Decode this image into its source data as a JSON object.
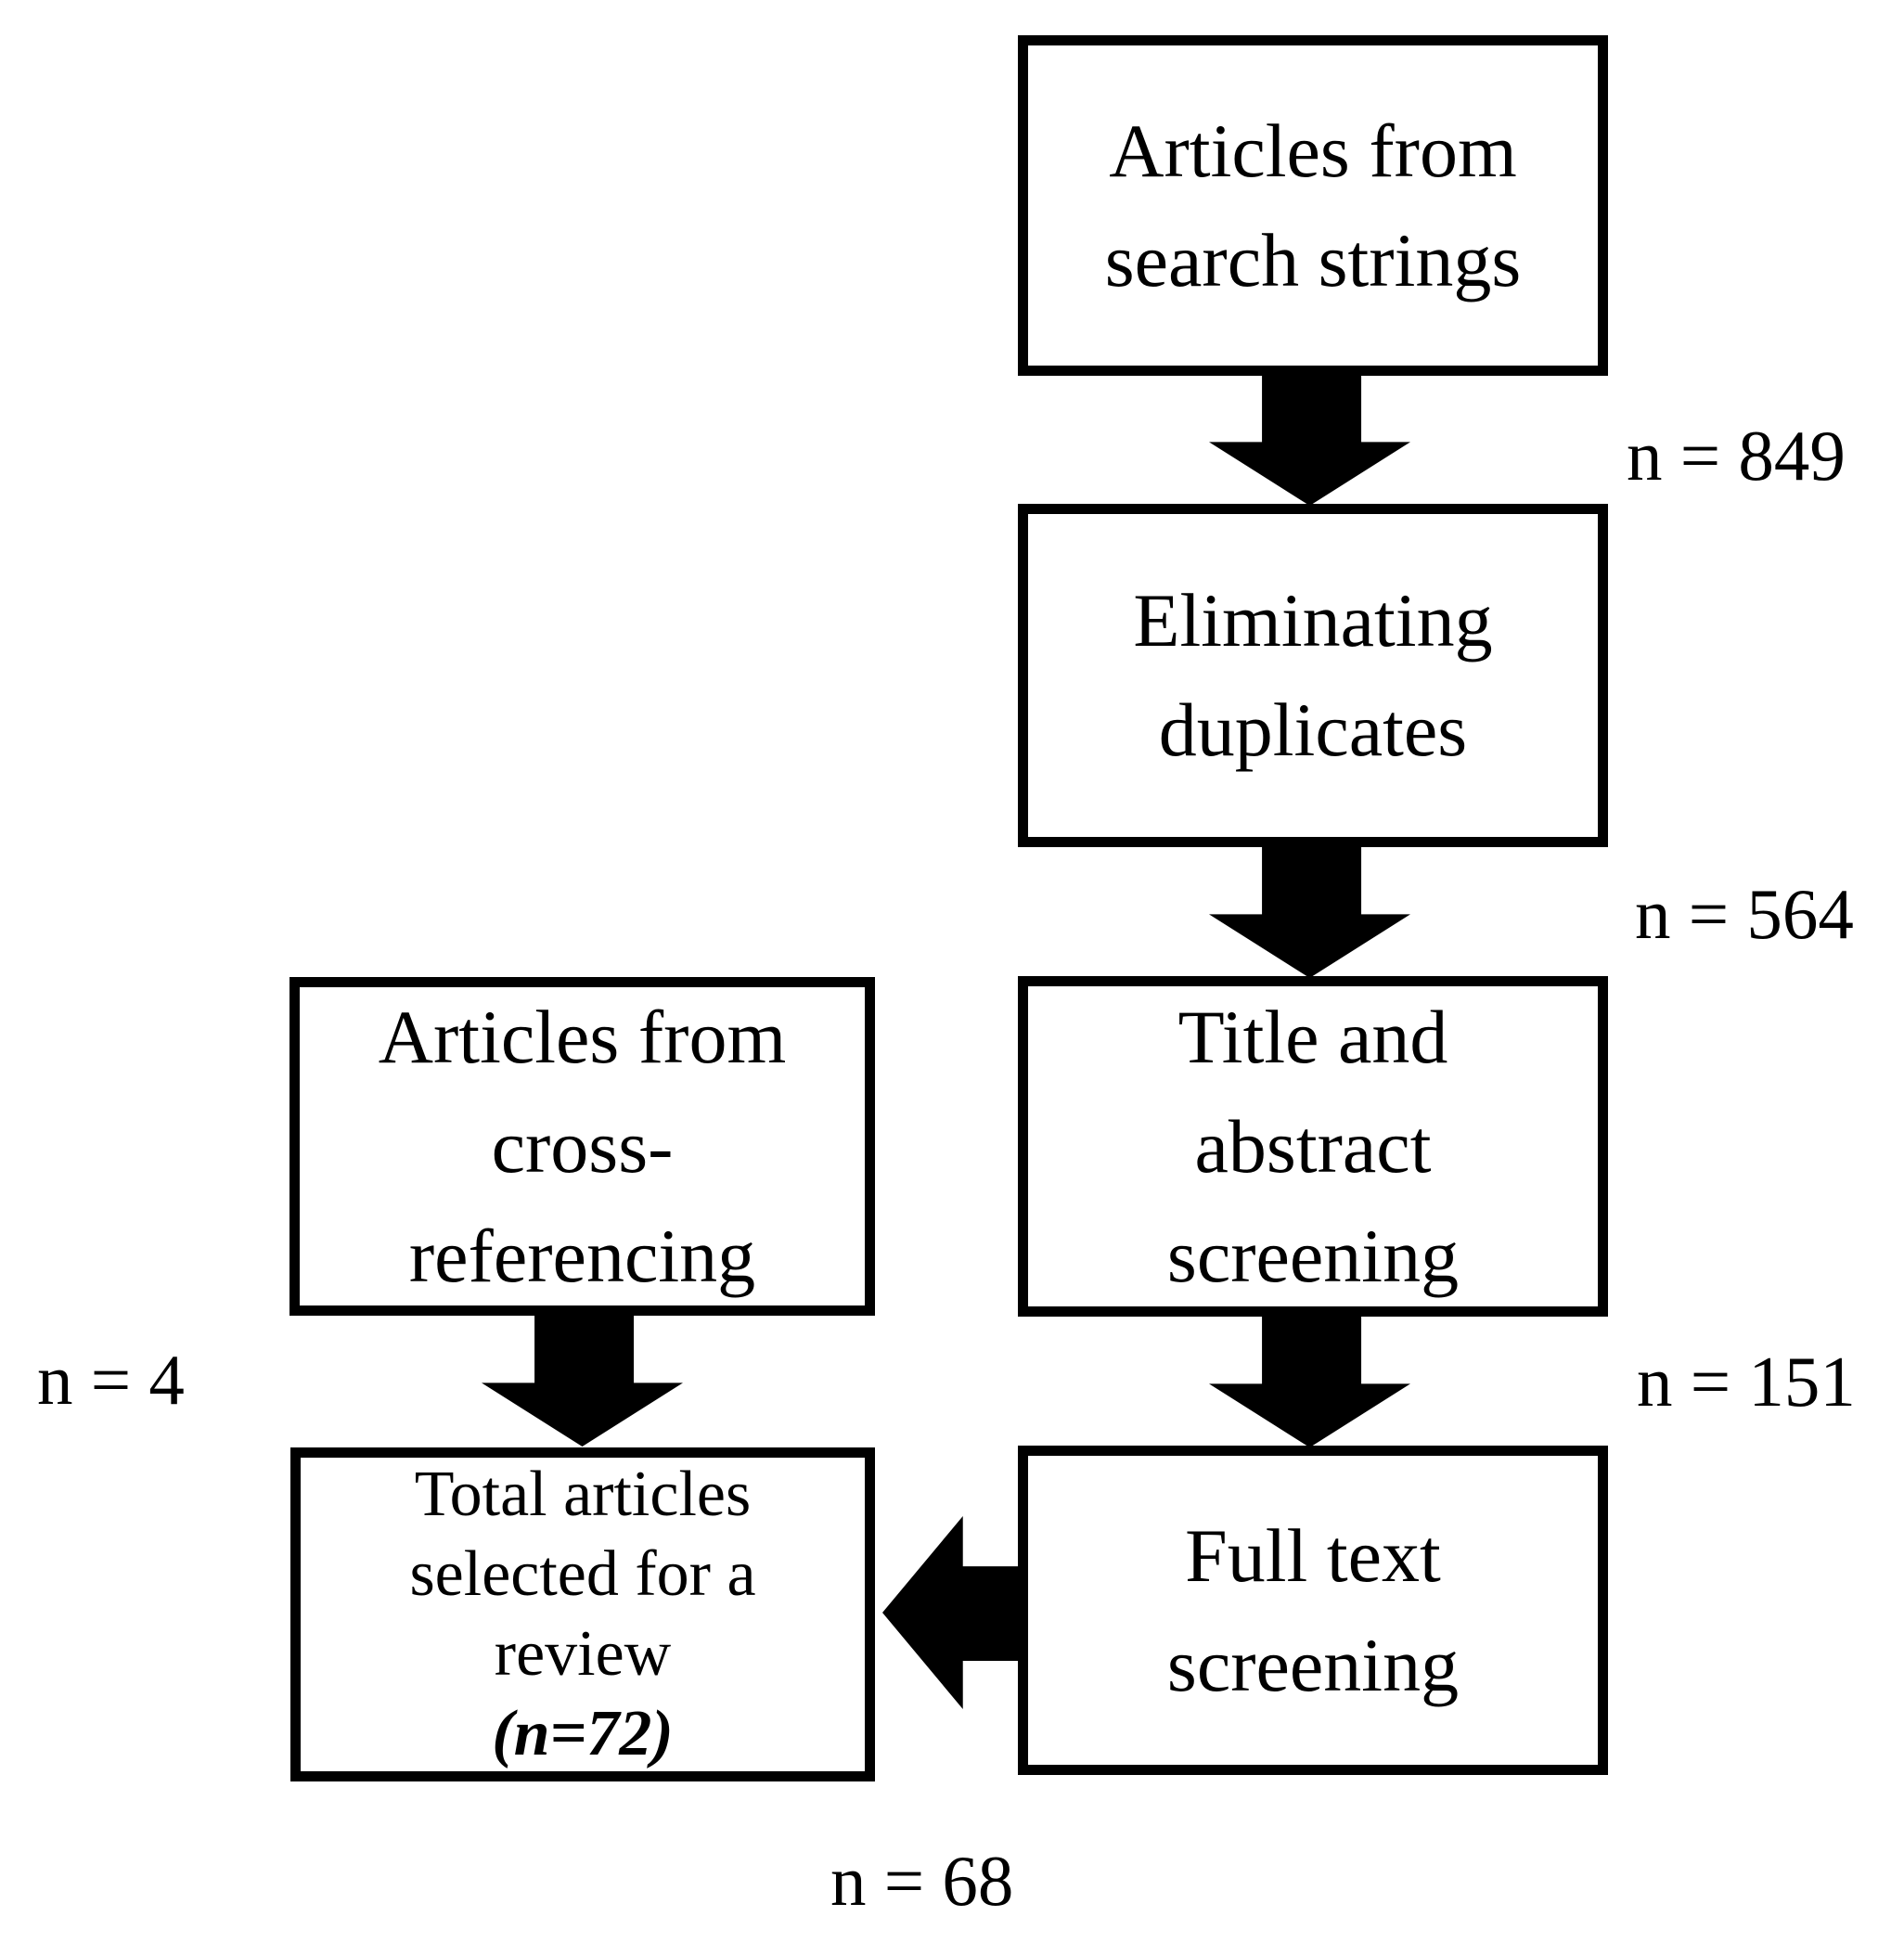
{
  "diagram": {
    "colors": {
      "ink": "#000000",
      "background": "#ffffff"
    },
    "boxes": [
      {
        "id": "articles-from-search-strings",
        "lines": [
          "Articles from",
          "search strings"
        ]
      },
      {
        "id": "eliminating-duplicates",
        "lines": [
          "Eliminating",
          "duplicates"
        ]
      },
      {
        "id": "title-and-abstract-screening",
        "lines": [
          "Title and",
          "abstract",
          "screening"
        ]
      },
      {
        "id": "full-text-screening",
        "lines": [
          "Full text",
          "screening"
        ]
      },
      {
        "id": "articles-from-cross-referencing",
        "lines": [
          "Articles from",
          "cross-",
          "referencing"
        ]
      },
      {
        "id": "total-articles-selected-for-review",
        "lines": [
          "Total articles",
          "selected for a",
          "review"
        ],
        "emphasis_line": "(n=72)"
      }
    ],
    "count_labels": [
      {
        "id": "after-search-strings",
        "text": "n = 849"
      },
      {
        "id": "after-duplicate-elimination",
        "text": "n = 564"
      },
      {
        "id": "after-title-abstract",
        "text": "n = 151"
      },
      {
        "id": "from-cross-referencing",
        "text": "n = 4"
      },
      {
        "id": "after-full-text-screening",
        "text": "n = 68"
      }
    ]
  }
}
